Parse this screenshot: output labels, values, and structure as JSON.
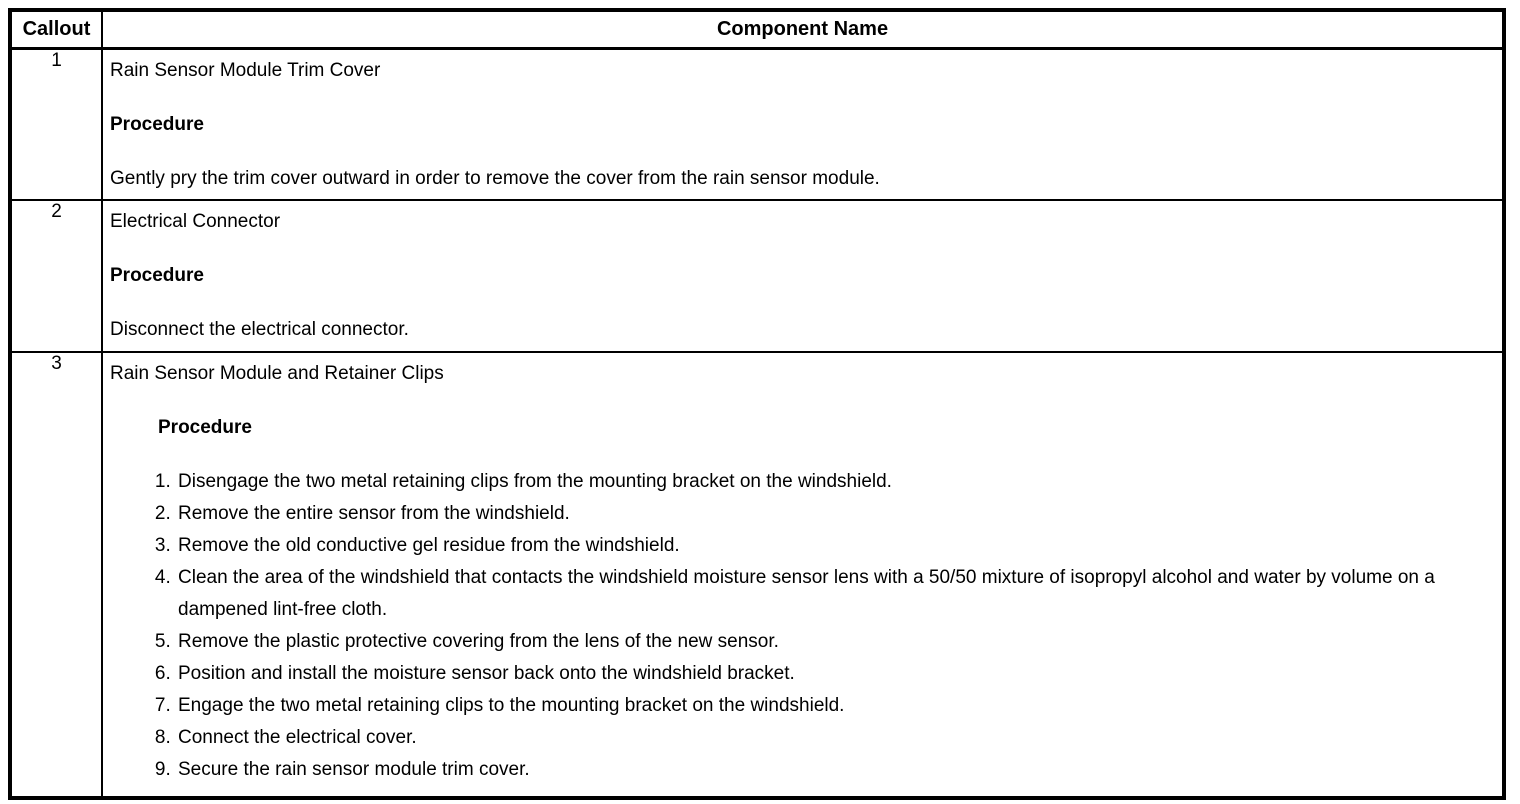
{
  "table": {
    "headers": [
      "Callout",
      "Component Name"
    ],
    "rows": [
      {
        "callout": "1",
        "component": "Rain Sensor Module Trim Cover",
        "procedure_label": "Procedure",
        "procedure_text": "Gently pry the trim cover outward in order to remove the cover from the rain sensor module."
      },
      {
        "callout": "2",
        "component": "Electrical Connector",
        "procedure_label": "Procedure",
        "procedure_text": "Disconnect the electrical connector."
      },
      {
        "callout": "3",
        "component": "Rain Sensor Module and Retainer Clips",
        "procedure_label": "Procedure",
        "steps": [
          "Disengage the two metal retaining clips from the mounting bracket on the windshield.",
          "Remove the entire sensor from the windshield.",
          "Remove the old conductive gel residue from the windshield.",
          "Clean the area of the windshield that contacts the windshield moisture sensor lens with a 50/50 mixture of isopropyl alcohol and water by volume on a dampened lint-free cloth.",
          "Remove the plastic protective covering from the lens of the new sensor.",
          "Position and install the moisture sensor back onto the windshield bracket.",
          "Engage the two metal retaining clips to the mounting bracket on the windshield.",
          "Connect the electrical cover.",
          "Secure the rain sensor module trim cover."
        ]
      }
    ],
    "colors": {
      "border": "#000000",
      "text": "#000000",
      "background": "#ffffff"
    }
  }
}
